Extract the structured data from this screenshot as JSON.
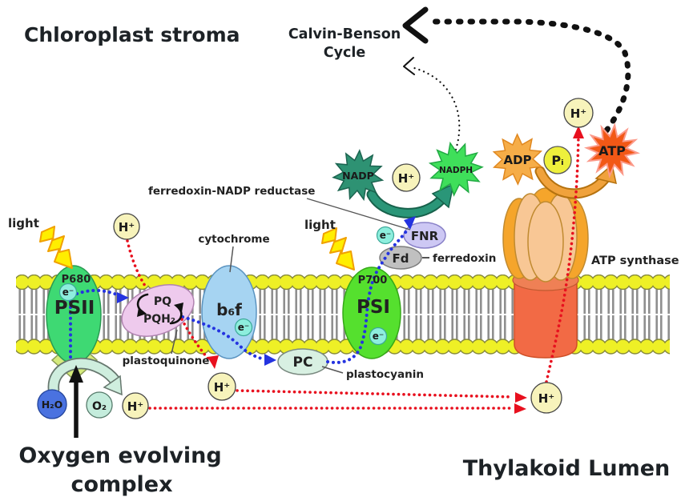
{
  "regions": {
    "stroma": "Chloroplast stroma",
    "lumen": "Thylakoid Lumen",
    "calvin_line1": "Calvin-Benson",
    "calvin_line2": "Cycle",
    "oec_line1": "Oxygen evolving",
    "oec_line2": "complex"
  },
  "annotations": {
    "fnr_full": "ferredoxin-NADP reductase",
    "cytochrome": "cytochrome",
    "plastoquinone": "plastoquinone",
    "plastocyanin": "plastocyanin",
    "ferredoxin": "ferredoxin",
    "atp_synthase": "ATP synthase",
    "light": "light"
  },
  "proteins": {
    "psii": {
      "name": "PSII",
      "reaction_center": "P680"
    },
    "psi": {
      "name": "PSI",
      "reaction_center": "P700"
    },
    "b6f": {
      "name": "b₆f"
    },
    "pq": {
      "top": "PQ",
      "bottom": "PQH₂"
    },
    "pc": {
      "name": "PC"
    },
    "fd": {
      "name": "Fd"
    },
    "fnr": {
      "name": "FNR"
    }
  },
  "molecules": {
    "h_plus": "H⁺",
    "electron": "e⁻",
    "h2o": "H₂O",
    "o2": "O₂",
    "nadp": "NADP",
    "nadph": "NADPH",
    "adp": "ADP",
    "atp": "ATP",
    "pi": "Pᵢ"
  },
  "colors": {
    "psii_green": "#3ed973",
    "psi_green": "#55e02e",
    "b6f_blue": "#a6d4f2",
    "pq_pink": "#eecaed",
    "pc_mint": "#d8f0e2",
    "fd_gray": "#c0c0c0",
    "fnr_lavender": "#cdc8f4",
    "lipid_head_yellow": "#eef026",
    "h_plus_pale_yellow": "#f7f3bb",
    "electron_teal": "#8deedd",
    "h2o_blue": "#4a72e0",
    "o2_mint": "#c4ecdc",
    "pi_yellow": "#eef03c",
    "nadp_dark_green": "#2e9273",
    "nadph_bright_green": "#3fdf5a",
    "adp_orange": "#f6ad48",
    "atp_orange_red": "#f25816",
    "synthase_head_orange": "#f5a52b",
    "synthase_head_peach": "#f8c795",
    "synthase_stalk": "#f26a45",
    "proton_path_red": "#e8101e",
    "electron_path_blue": "#2433e0",
    "light_text_orange": "#f59300",
    "lightning_yellow": "#ffee00"
  }
}
